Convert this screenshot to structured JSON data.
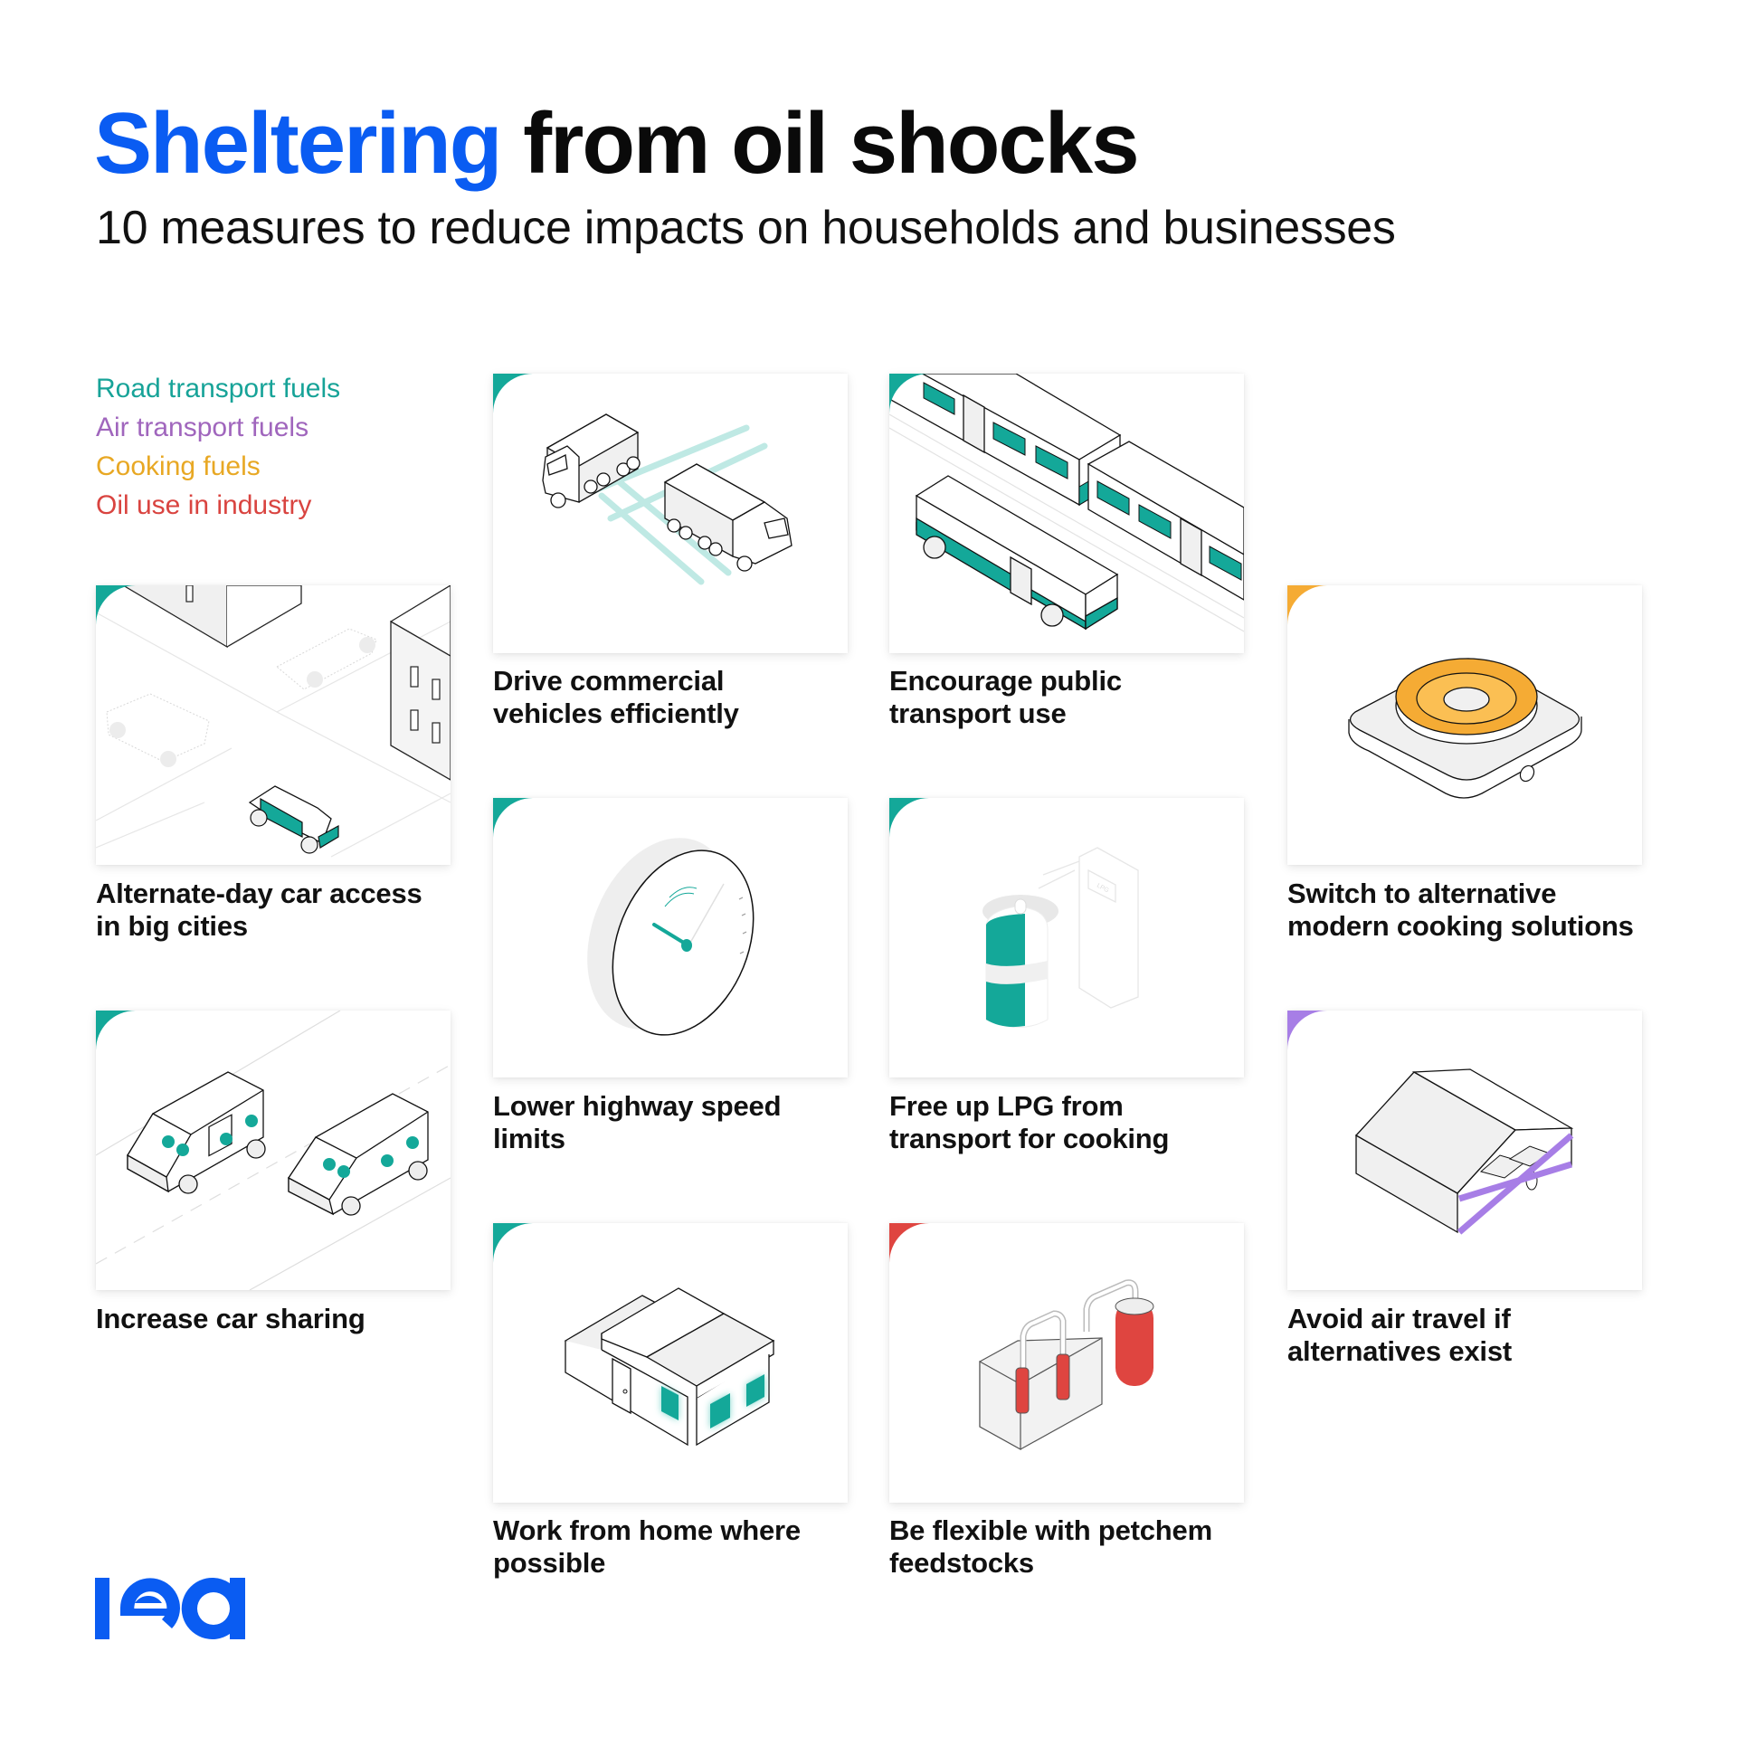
{
  "header": {
    "title_highlight": "Sheltering",
    "title_rest": "from oil shocks",
    "subtitle": "10 measures to reduce impacts on households and businesses"
  },
  "legend": {
    "items": [
      {
        "label": "Road transport fuels",
        "color": "#17a398"
      },
      {
        "label": "Air transport fuels",
        "color": "#a066bd"
      },
      {
        "label": "Cooking fuels",
        "color": "#e8a824"
      },
      {
        "label": "Oil use in industry",
        "color": "#d94440"
      }
    ]
  },
  "colors": {
    "brand_blue": "#0a5cf2",
    "road": "#14a899",
    "air": "#a77ee6",
    "cooking": "#f5ab34",
    "industry": "#df4540"
  },
  "measures": [
    {
      "id": "alternate-day",
      "category": "Road transport fuels",
      "line1": "Alternate-day car access",
      "line2": "in big cities",
      "icon": "city-car-icon"
    },
    {
      "id": "car-sharing",
      "category": "Road transport fuels",
      "line1": "Increase car sharing",
      "line2": "",
      "icon": "vans-icon"
    },
    {
      "id": "drive-efficiently",
      "category": "Road transport fuels",
      "line1": "Drive commercial",
      "line2": "vehicles efficiently",
      "icon": "trucks-icon"
    },
    {
      "id": "speed-limits",
      "category": "Road transport fuels",
      "line1": "Lower highway speed",
      "line2": "limits",
      "icon": "speedometer-icon"
    },
    {
      "id": "work-from-home",
      "category": "Road transport fuels",
      "line1": "Work from home where",
      "line2": "possible",
      "icon": "house-icon"
    },
    {
      "id": "public-transport",
      "category": "Road transport fuels",
      "line1": "Encourage public",
      "line2": "transport use",
      "icon": "bus-train-icon"
    },
    {
      "id": "free-lpg",
      "category": "Road transport fuels",
      "line1": "Free up LPG from",
      "line2": "transport for cooking",
      "icon": "lpg-cylinder-icon"
    },
    {
      "id": "petchem",
      "category": "Oil use in industry",
      "line1": "Be flexible with petchem",
      "line2": "feedstocks",
      "icon": "petchem-plant-icon"
    },
    {
      "id": "cooking",
      "category": "Cooking fuels",
      "line1": "Switch to alternative",
      "line2": "modern cooking solutions",
      "icon": "cooktop-icon"
    },
    {
      "id": "air-travel",
      "category": "Air transport fuels",
      "line1": "Avoid air travel if",
      "line2": "alternatives exist",
      "icon": "hangar-crossed-icon"
    }
  ],
  "logo": {
    "text": "iea"
  }
}
